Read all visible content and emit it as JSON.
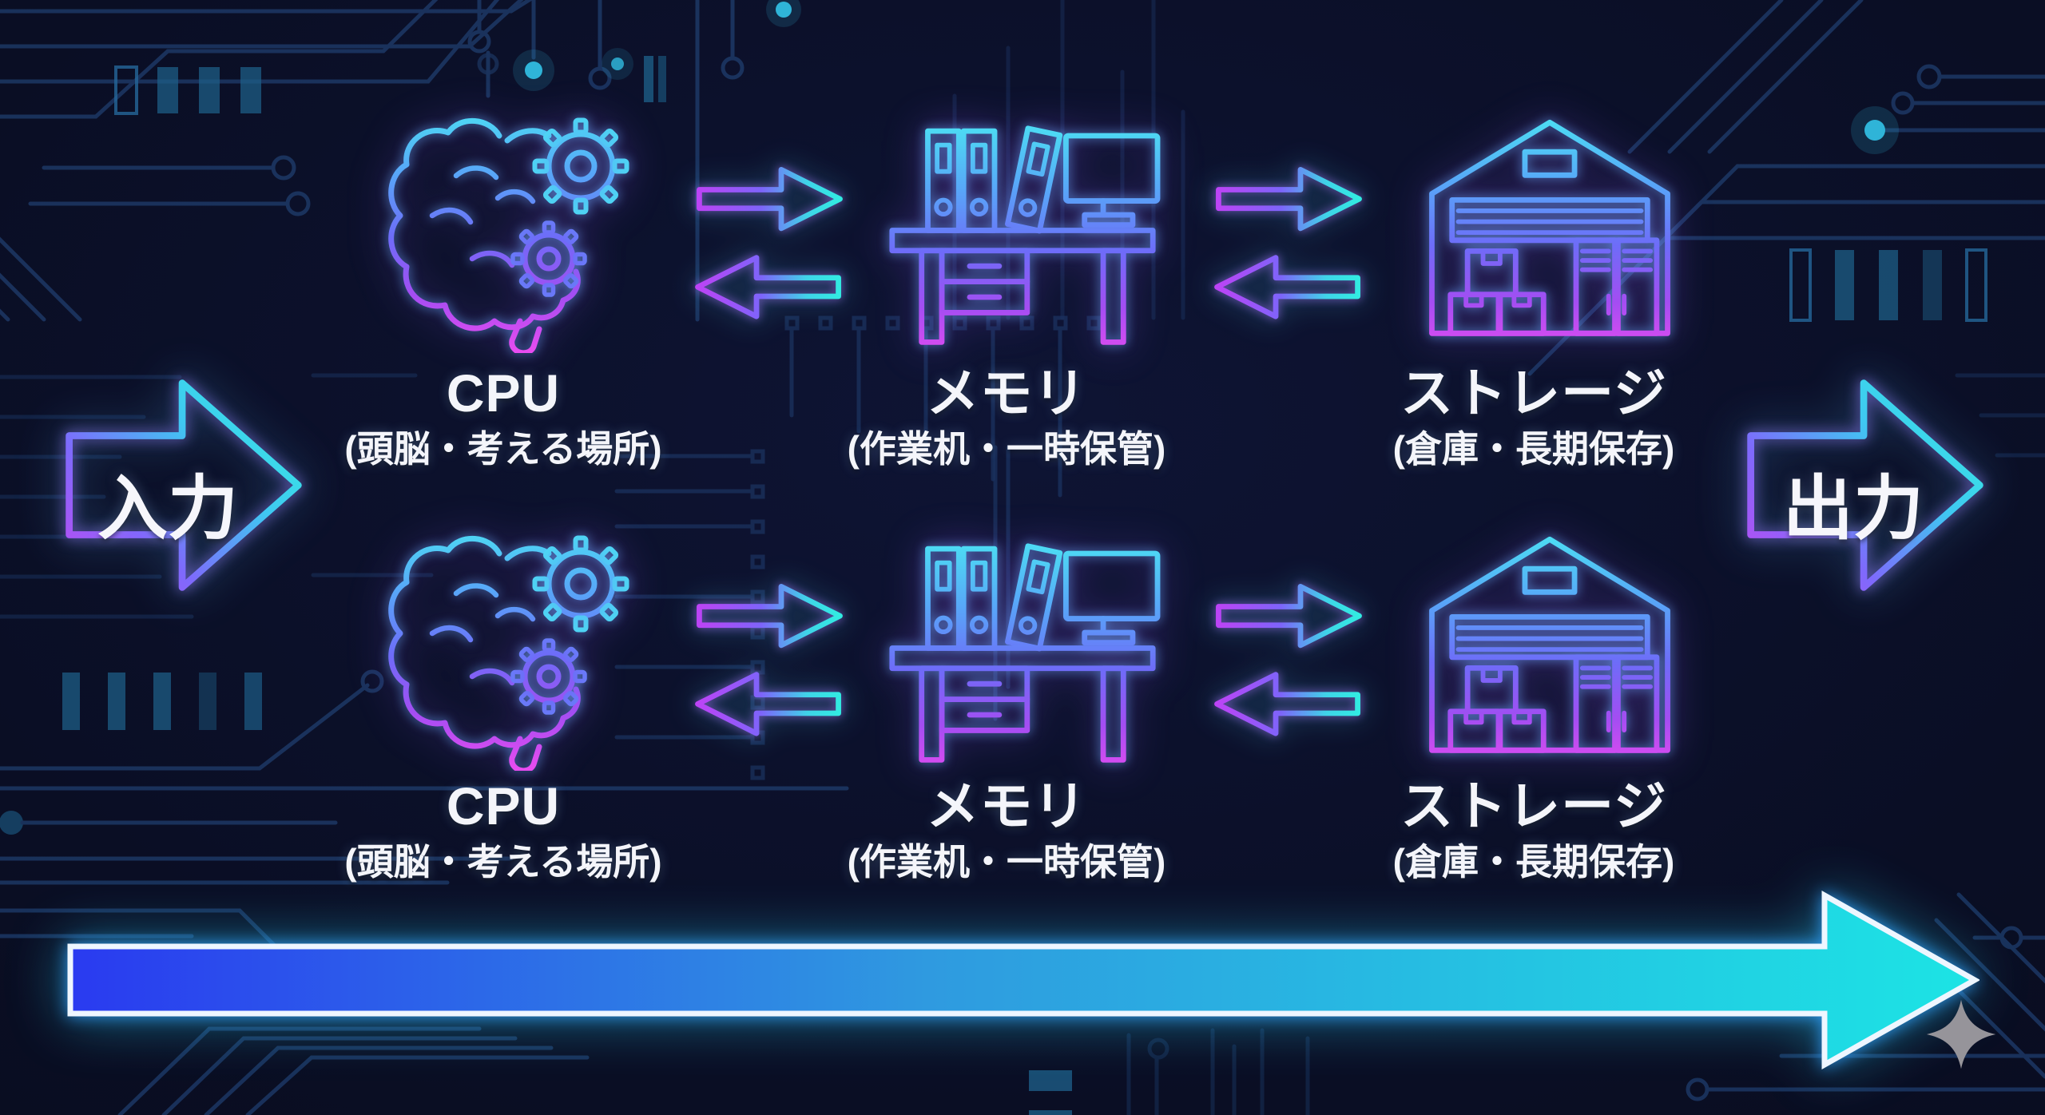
{
  "palette": {
    "background": "#0a0e24",
    "circuit_line": "#24477c",
    "solder_pad": "#1d5d86",
    "neon_cyan": "#3af2de",
    "neon_blue": "#4f7cff",
    "neon_purple": "#a44df2",
    "neon_magenta": "#e44cf0",
    "flow_arrow_start": "#2a3af0",
    "flow_arrow_end": "#1ce4e4",
    "label_text": "#f4f5fa",
    "sparkle_gray": "#96949a"
  },
  "input_arrow": {
    "label": "入力",
    "icon": "arrow-right-outline-icon"
  },
  "output_arrow": {
    "label": "出力",
    "icon": "arrow-right-outline-icon"
  },
  "flow_arrow": {
    "icon": "flow-arrow-right-icon"
  },
  "sparkle": {
    "icon": "sparkle-icon"
  },
  "rows": [
    {
      "stations": [
        {
          "icon": "brain-gears-icon",
          "title": "CPU",
          "subtitle": "(頭脳・考える場所)"
        },
        {
          "icon": "desk-icon",
          "title": "メモリ",
          "subtitle": "(作業机・一時保管)"
        },
        {
          "icon": "warehouse-icon",
          "title": "ストレージ",
          "subtitle": "(倉庫・長期保存)"
        }
      ]
    },
    {
      "stations": [
        {
          "icon": "brain-gears-icon",
          "title": "CPU",
          "subtitle": "(頭脳・考える場所)"
        },
        {
          "icon": "desk-icon",
          "title": "メモリ",
          "subtitle": "(作業机・一時保管)"
        },
        {
          "icon": "warehouse-icon",
          "title": "ストレージ",
          "subtitle": "(倉庫・長期保存)"
        }
      ]
    }
  ]
}
